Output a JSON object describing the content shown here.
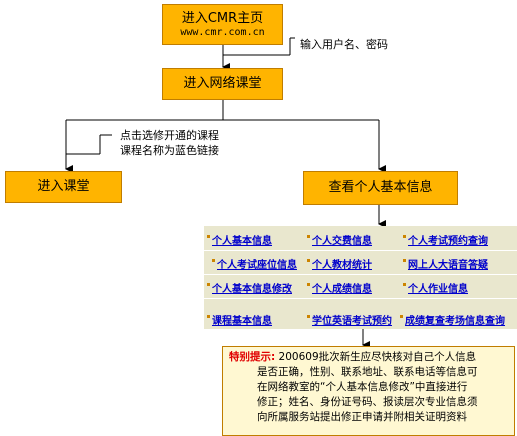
{
  "boxes": {
    "cmr_home_title": "进入CMR主页",
    "cmr_home_url": "www.cmr.com.cn",
    "network_classroom": "进入网络课堂",
    "enter_classroom": "进入课堂",
    "view_personal_info": "查看个人基本信息"
  },
  "notes": {
    "login_hint": "输入用户名、密码",
    "course_hint_line1": "点击选修开通的课程",
    "course_hint_line2": "课程名称为蓝色链接"
  },
  "links": {
    "row1": [
      "个人基本信息",
      "个人交费信息",
      "个人考试预约查询"
    ],
    "row2": [
      "个人考试座位信息",
      "个人教材统计",
      "网上人大语音答疑"
    ],
    "row3": [
      "个人基本信息修改",
      "个人成绩信息",
      "个人作业信息"
    ],
    "row4": [
      "课程基本信息",
      "学位英语考试预约",
      "成绩复查考场信息查询"
    ]
  },
  "tip": {
    "label": "特别提示:",
    "line1": "200609批次新生应尽快核对自己个人信息",
    "line2": "是否正确，性别、联系地址、联系电话等信息可",
    "line3": "在网络教室的“个人基本信息修改”中直接进行",
    "line4": "修正；姓名、身份证号码、报读层次专业信息须",
    "line5": "向所属服务站提出修正申请并附相关证明资料"
  },
  "colors": {
    "box_fill": "#ffb400",
    "link": "#0000cc",
    "panel": "#e9e7ce",
    "tip_label": "#e00000"
  }
}
